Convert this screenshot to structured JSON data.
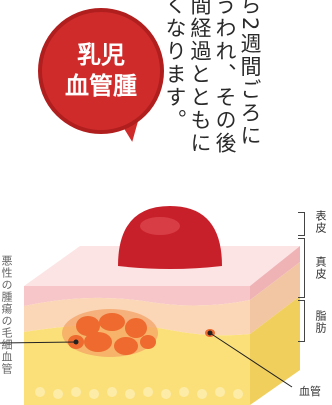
{
  "description_text": [
    "ら2週間ごろに",
    "うわれ、その後",
    "間経過とともに",
    "くなります。"
  ],
  "side_note": "悪性の腫瘍の毛細血管",
  "bubble": {
    "line1": "乳児",
    "line2": "血管腫"
  },
  "layers": {
    "epidermis": "表皮",
    "dermis": "真皮",
    "fat": "脂肪"
  },
  "vessel_label": "血管",
  "colors": {
    "bubble_red": "#cf2b2b",
    "tumor_red": "#c8202a",
    "epidermis_pink": "#f7c6c8",
    "dermis_peach": "#fbd7b8",
    "fat_yellow": "#fbe07a",
    "vessel_orange": "#ee6a2e"
  }
}
